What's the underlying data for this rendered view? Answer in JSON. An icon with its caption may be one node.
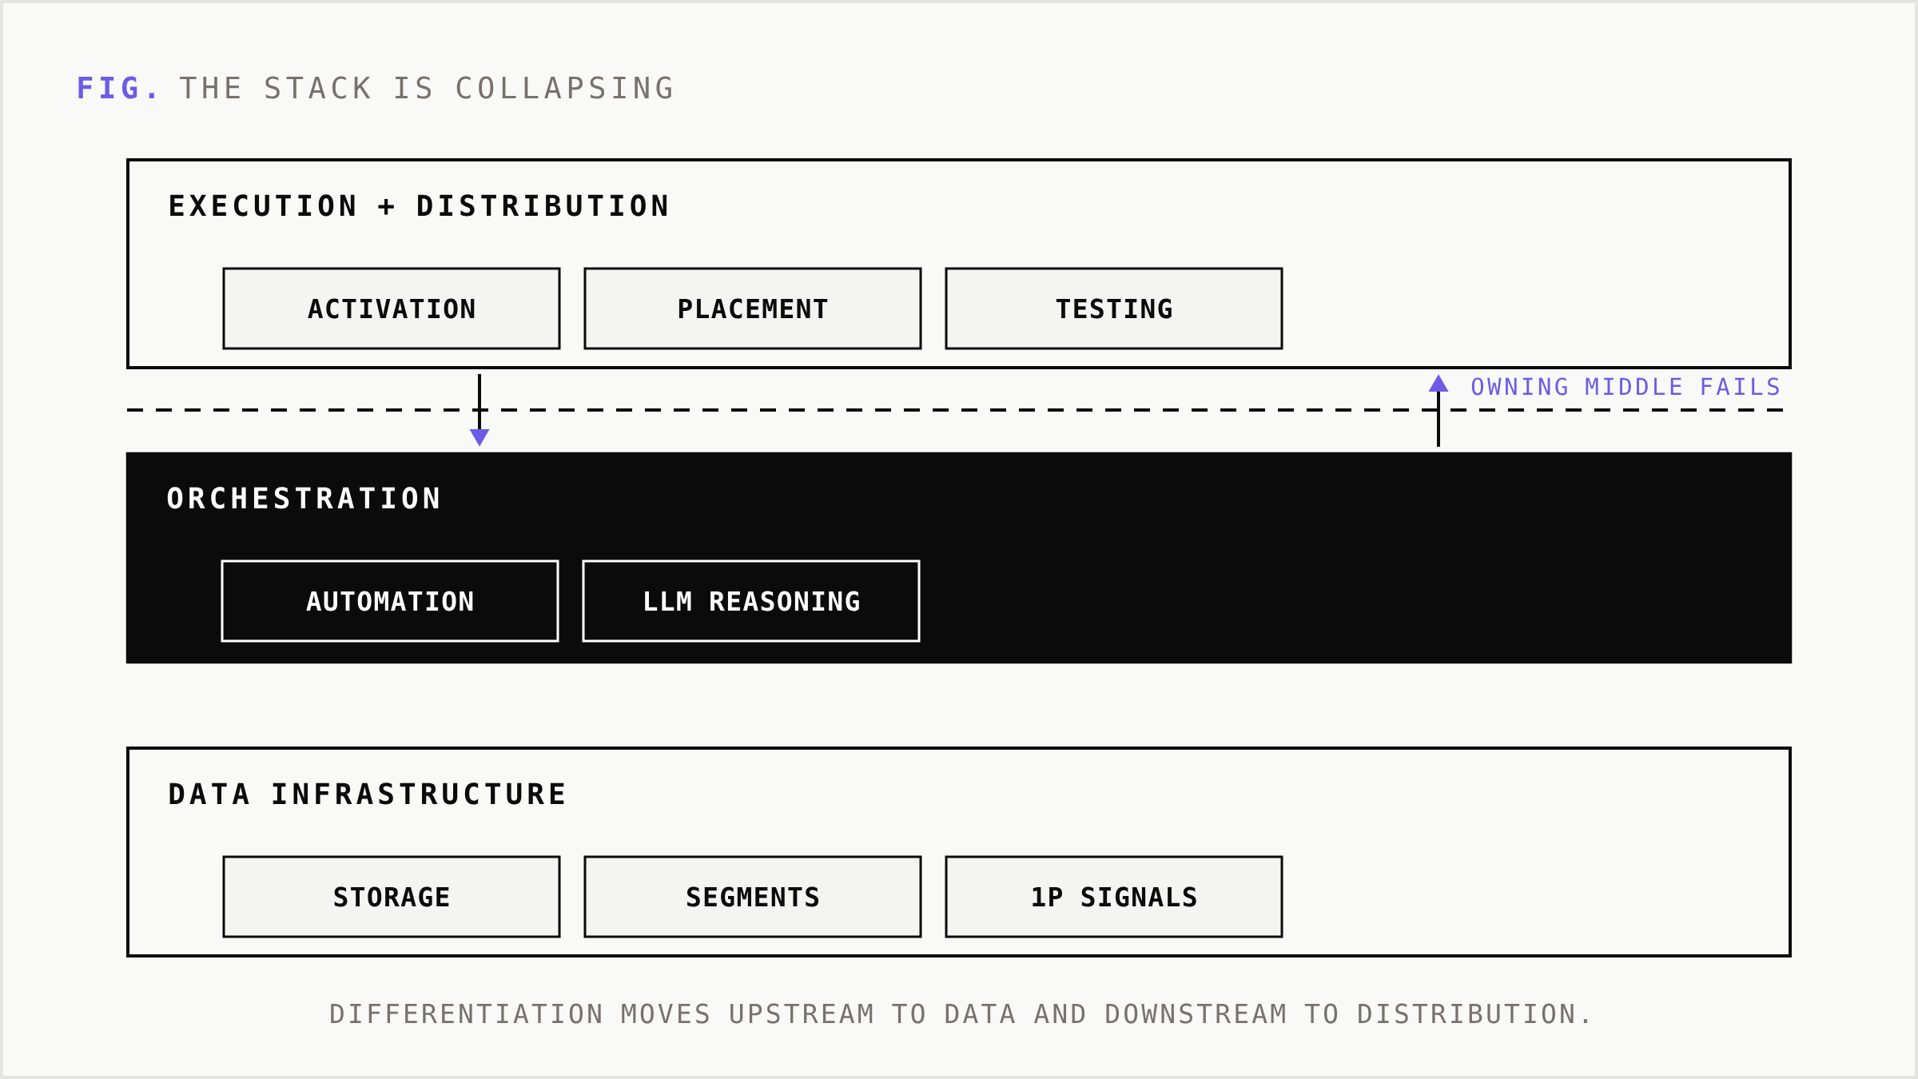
{
  "diagram": {
    "title": "THE STACK IS COLLAPSING",
    "caption": "DIFFERENTIATION MOVES UPSTREAM TO DATA AND DOWNSTREAM TO DISTRIBUTION.",
    "nodes": [
      {
        "text": [
          "EXECUTION + DISTRIBUTION"
        ]
      },
      {
        "text": [
          "ACTIVATION"
        ],
        "in": 0
      },
      {
        "text": [
          "PLACEMENT"
        ],
        "in": 0
      },
      {
        "text": [
          "TESTING"
        ],
        "in": 0
      },
      {
        "text": [
          "ORCHESTRATION"
        ]
      },
      {
        "text": [
          "AUTOMATION"
        ],
        "in": 4
      },
      {
        "text": [
          "LLM REASONING"
        ],
        "in": 4
      },
      {
        "text": [
          "DATA INFRASTRUCTURE"
        ]
      },
      {
        "text": [
          "STORAGE"
        ],
        "in": 7
      },
      {
        "text": [
          "SEGMENTS"
        ],
        "in": 7
      },
      {
        "text": [
          "1P SIGNALS"
        ],
        "in": 7
      }
    ],
    "edges": [
      {
        "from": 0,
        "to": 4,
        "arrow": "to"
      },
      {
        "from": 4,
        "to": 0,
        "arrow": "to"
      }
    ],
    "labels": [
      "FIG.",
      "OWNING MIDDLE FAILS"
    ]
  }
}
